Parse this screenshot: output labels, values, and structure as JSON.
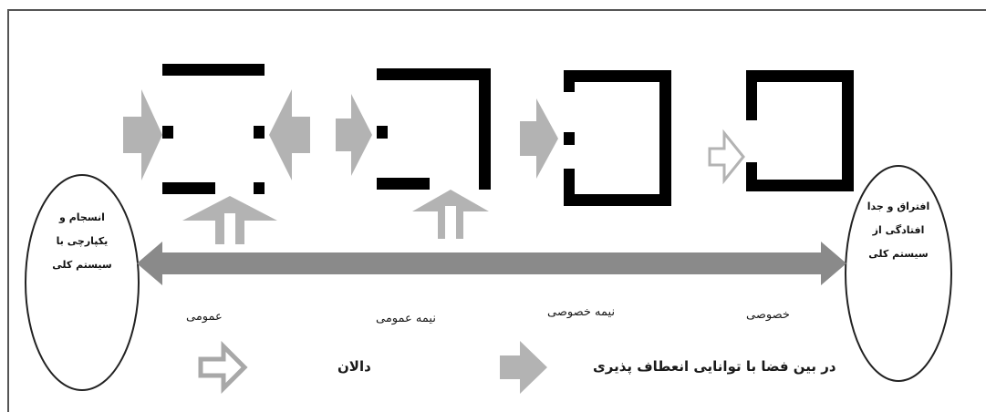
{
  "left_oval": {
    "lines": [
      "انسجام و",
      "یکپارچی با",
      "سیستم کلی"
    ]
  },
  "right_oval": {
    "lines": [
      "افتراق و جدا",
      "افتادگی از",
      "سیستم کلی"
    ]
  },
  "axis_labels": {
    "public": "عمومی",
    "semi_public": "نیمه عمومی",
    "semi_private": "نیمه خصوصی",
    "private": "خصوصی"
  },
  "legend": {
    "corridor": "دالان",
    "flexible_space": "در بین فضا با توانایی انعطاف پذیری"
  },
  "colors": {
    "gray_arrow": "#b3b3b3",
    "main_arrow": "#8a8a8a",
    "walls": "#000000"
  }
}
